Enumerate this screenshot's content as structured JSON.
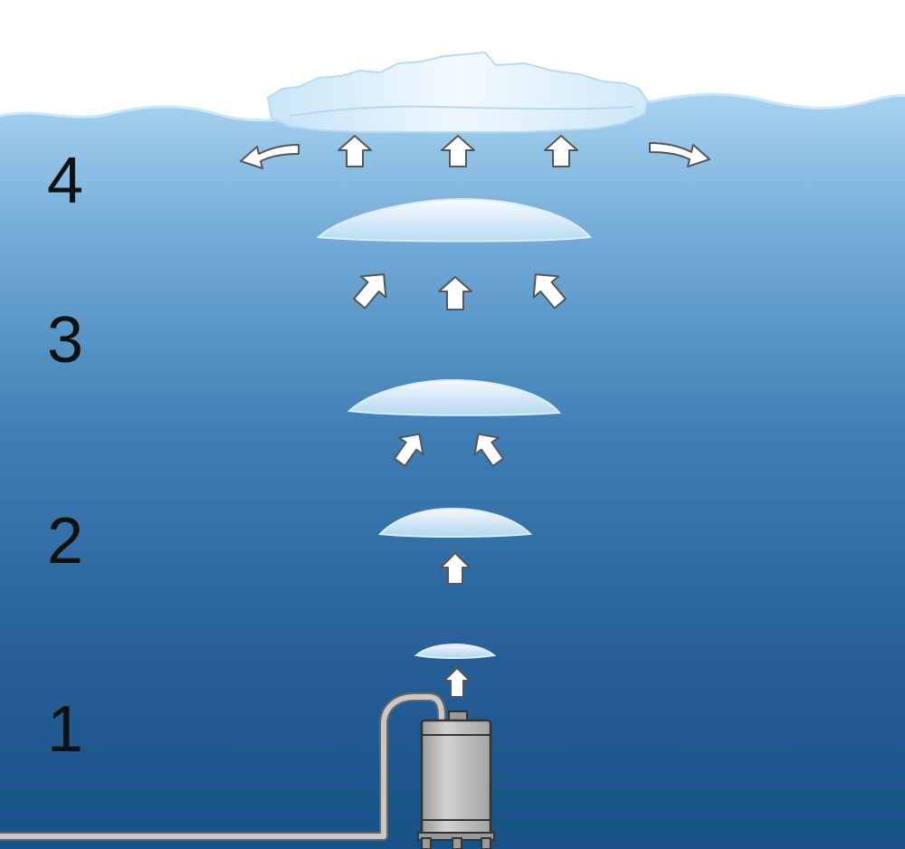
{
  "stages": [
    {
      "label": "4"
    },
    {
      "label": "3"
    },
    {
      "label": "2"
    },
    {
      "label": "1"
    }
  ],
  "colors": {
    "sky": "#ffffff",
    "water_top": "#a8d3ef",
    "water_bottom": "#175287",
    "water_surface_line": "#cfe6f6",
    "plume": "#e8f5fd",
    "arrow_fill": "#ffffff",
    "arrow_stroke": "#555555",
    "pump_body": "#b8b8b8",
    "pump_outline": "#333333",
    "hose": "#c8c8c8"
  },
  "icons": [
    "up-arrow-icon",
    "curved-arrow-icon",
    "pump-icon",
    "hose-icon"
  ]
}
